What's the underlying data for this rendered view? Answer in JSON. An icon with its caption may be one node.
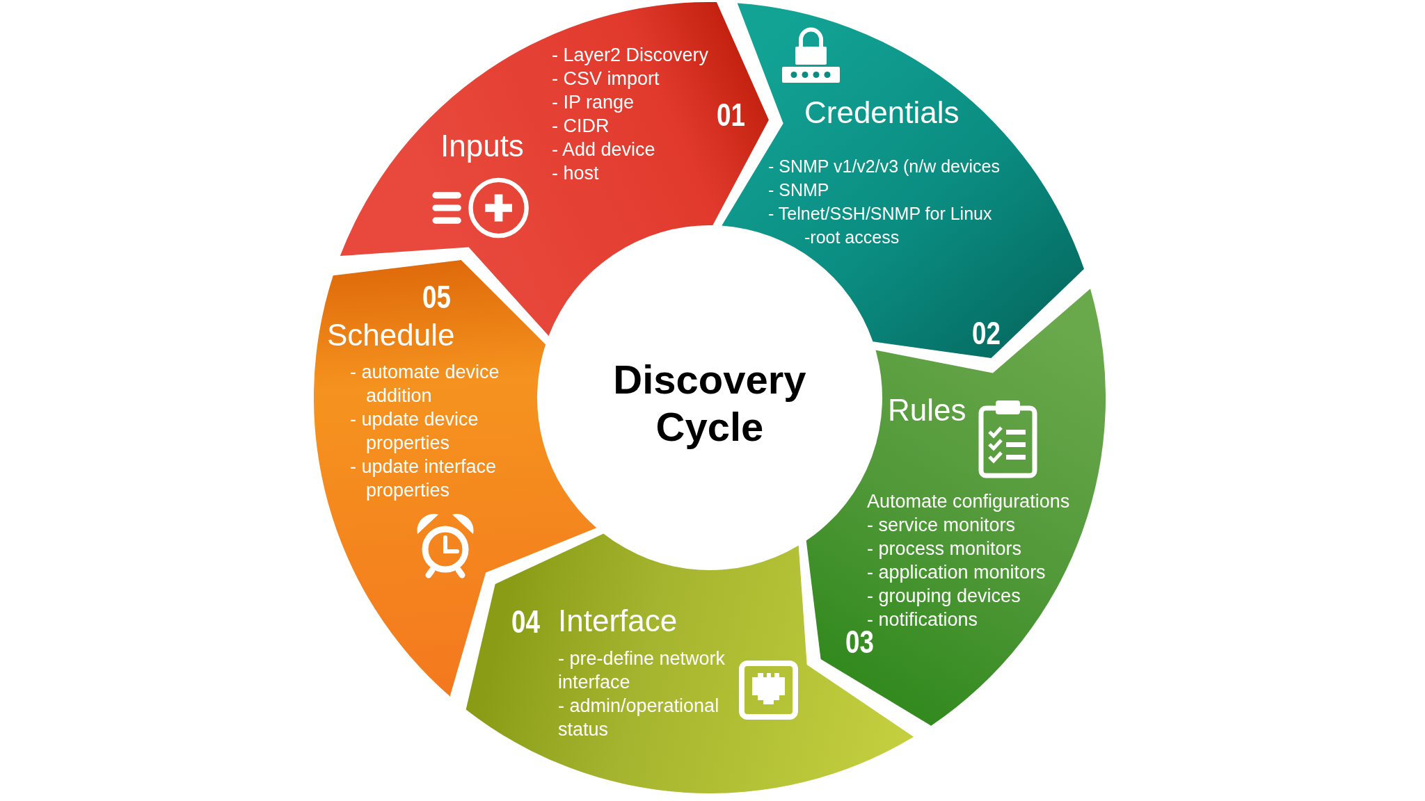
{
  "diagram": {
    "nodes": [
      {
        "text": [
          "Inputs",
          "- Layer2 Discovery",
          "- CSV import",
          "- IP range",
          "- CIDR",
          "- Add device",
          "- host",
          "01"
        ]
      },
      {
        "text": [
          "Credentials",
          "- SNMP v1/v2/v3 (n/w devices",
          "- SNMP",
          "- Telnet/SSH/SNMP for Linux",
          "-root access",
          "02"
        ]
      },
      {
        "text": [
          "Rules",
          "Automate configurations",
          "- service monitors",
          "- process monitors",
          "- application monitors",
          "- grouping devices",
          "- notifications",
          "03"
        ]
      },
      {
        "text": [
          "Interface",
          "- pre-define network interface",
          "- admin/operational status",
          "04"
        ]
      },
      {
        "text": [
          "Schedule",
          "- automate device addition",
          "- update device properties",
          "- update interface properties",
          "05"
        ]
      },
      {
        "text": [
          "Discovery Cycle"
        ]
      }
    ]
  }
}
